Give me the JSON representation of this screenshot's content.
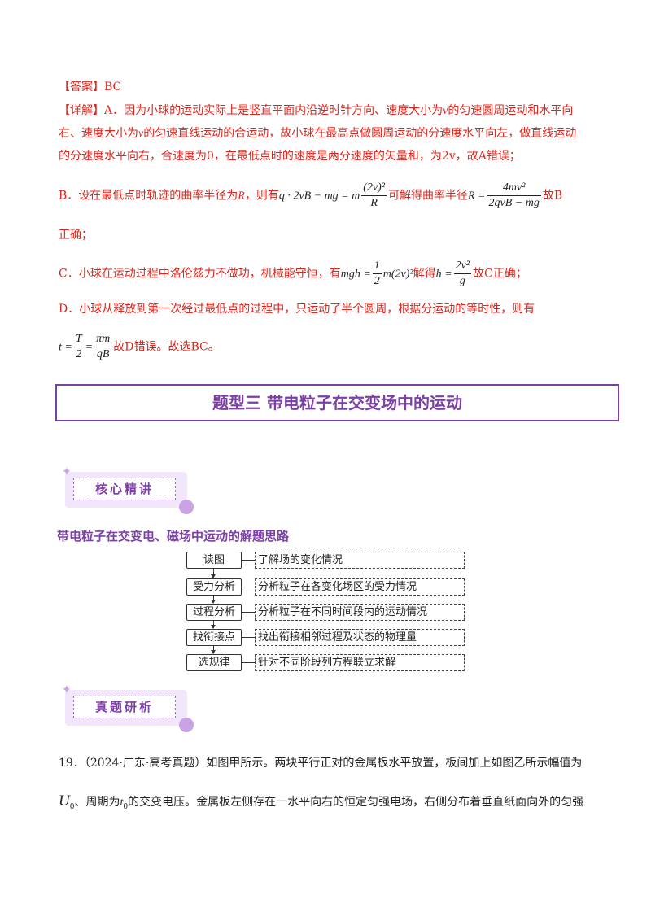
{
  "answer": {
    "label": "【答案】",
    "value": "BC"
  },
  "detail": {
    "label": "【详解】",
    "a_line1": "A．因为小球的运动实际上是竖直平面内沿逆时针方向、速度大小为",
    "a_v": "v",
    "a_line1_end": "的匀速圆周运动和水平向",
    "a_line2_start": "右、速度大小为",
    "a_line2_end": "的匀速直线运动的合运动，故小球在最高点做圆周运动的分速度水平向左，做直线运动",
    "a_line3_start": "的分速度水平向右，合速度为0，在最低点时的速度是两分速度的矢量和，为",
    "a_line3_val": "2v",
    "a_line3_end": "，故A错误；",
    "b_start": "B．设在最低点时轨迹的曲率半径为",
    "b_R": "R",
    "b_mid": "，则有",
    "b_eq_left": "q · 2vB − mg = m",
    "b_frac1_num": "(2v)²",
    "b_frac1_den": "R",
    "b_mid2": "可解得曲率半径",
    "b_eq2_left": "R =",
    "b_frac2_num": "4mv²",
    "b_frac2_den": "2qvB − mg",
    "b_end": "故B",
    "b_line2": "正确；",
    "c_start": "C．小球在运动过程中洛伦兹力不做功，机械能守恒，有",
    "c_eq_left": "mgh =",
    "c_half_num": "1",
    "c_half_den": "2",
    "c_eq_mid": "m(2v)²",
    "c_mid": "解得",
    "c_h": "h =",
    "c_frac_num": "2v²",
    "c_frac_den": "g",
    "c_end": "故C正确；",
    "d_line1": "D．小球从释放到第一次经过最低点的过程中，只运动了半个圆周，根据分运动的等时性，则有",
    "d_t": "t =",
    "d_frac1_num": "T",
    "d_frac1_den": "2",
    "d_eq": "=",
    "d_frac2_num": "πm",
    "d_frac2_den": "qB",
    "d_end": "故D错误。故选BC。"
  },
  "section_title": "题型三  带电粒子在交变场中的运动",
  "tag1": "核心精讲",
  "subheading": "带电粒子在交变电、磁场中运动的解题思路",
  "flow": [
    {
      "step": "读图",
      "desc": "了解场的变化情况"
    },
    {
      "step": "受力分析",
      "desc": "分析粒子在各变化场区的受力情况"
    },
    {
      "step": "过程分析",
      "desc": "分析粒子在不同时间段内的运动情况"
    },
    {
      "step": "找衔接点",
      "desc": "找出衔接相邻过程及状态的物理量"
    },
    {
      "step": "选规律",
      "desc": "针对不同阶段列方程联立求解"
    }
  ],
  "tag2": "真题研析",
  "question": {
    "line1": "19．（2024·广东·高考真题）如图甲所示。两块平行正对的金属板水平放置，板间加上如图乙所示幅值为",
    "U": "U",
    "U_sub": "0",
    "mid": "、周期为",
    "t": "t",
    "t_sub": "0",
    "line2_end": "的交变电压。金属板左侧存在一水平向右的恒定匀强电场，右侧分布着垂直纸面向外的匀强"
  }
}
